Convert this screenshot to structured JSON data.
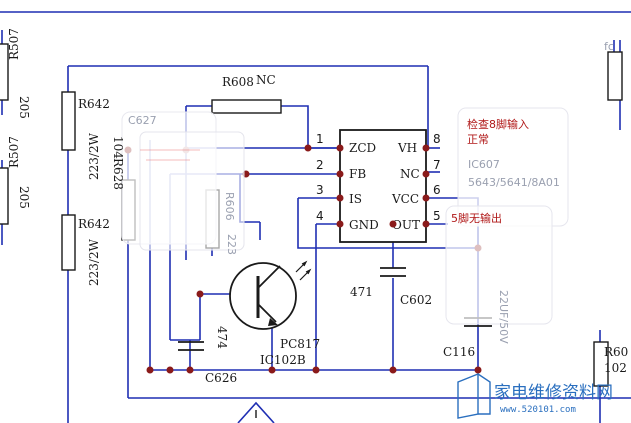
{
  "components": {
    "r607_top": "R507",
    "r607_top_val": "205",
    "r607_bot": "R507",
    "r607_bot_val": "205",
    "r642_top": "R642",
    "r642_top_val": "223/2W",
    "r642_bot": "R642",
    "r642_bot_val": "223/2W",
    "r608": "R608",
    "r608_val": "NC",
    "r628": "R628",
    "r628_val": "104",
    "c627": "C627",
    "r606": "R606",
    "r606_val": "223",
    "c626": "C626",
    "c626_val": "474",
    "optocoupler": "PC817",
    "optocoupler_ref": "IC102B",
    "c602": "C602",
    "c602_val": "471",
    "c116": "C116",
    "c116_val": "22UF/50V",
    "r60x": "R60",
    "r60x_val": "102",
    "edge_label": "fc"
  },
  "ic": {
    "ref": "IC607",
    "part": "5643/5641/8A01",
    "pins_left": [
      {
        "num": "1",
        "name": "ZCD"
      },
      {
        "num": "2",
        "name": "FB"
      },
      {
        "num": "3",
        "name": "IS"
      },
      {
        "num": "4",
        "name": "GND"
      }
    ],
    "pins_right": [
      {
        "num": "8",
        "name": "VH"
      },
      {
        "num": "7",
        "name": "NC"
      },
      {
        "num": "6",
        "name": "VCC"
      },
      {
        "num": "5",
        "name": "OUT"
      }
    ]
  },
  "notes": {
    "pin8": "检查8脚输入正常",
    "pin5": "5脚无输出"
  },
  "watermark": {
    "text": "家电维修资料网",
    "url": "www.520101.com"
  },
  "colors": {
    "wire": "#1f2fb3",
    "junction": "#8a1a1a",
    "ink": "#1a1a1a",
    "note": "#b01818"
  }
}
